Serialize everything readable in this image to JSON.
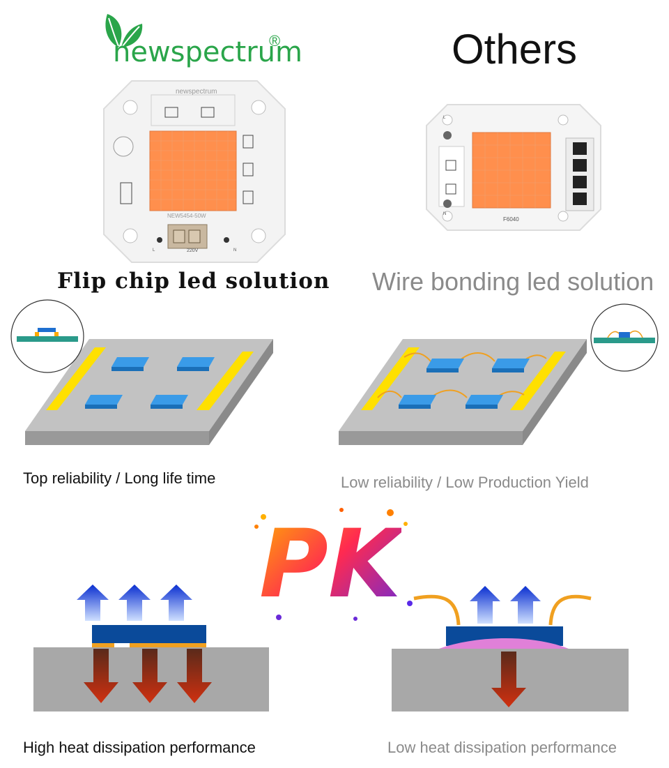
{
  "brand": {
    "name": "newspectrum",
    "registered": "®"
  },
  "comparison": {
    "left_heading": "Flip chip led solution",
    "right_heading": "Others",
    "right_subheading": "Wire bonding led solution"
  },
  "products": {
    "left_chip": {
      "silkscreen_brand": "newspectrum",
      "model": "NEW5454-50W",
      "voltage": "220V",
      "marks": [
        "L",
        "N"
      ]
    },
    "right_chip": {
      "model": "F6040",
      "marks": [
        "L",
        "N"
      ]
    }
  },
  "features": {
    "left_reliability": "Top reliability / Long life time",
    "right_reliability": "Low reliability / Low Production Yield",
    "left_heat": "High heat dissipation performance",
    "right_heat": "Low heat dissipation performance"
  },
  "vs_mark": "PK",
  "colors": {
    "brand_green": "#2aa54a",
    "led_orange": "#ff8f4d",
    "die_blue": "#1e88d8",
    "conductor_yellow": "#ffe000",
    "wire_orange": "#f0a020",
    "substrate_gray": "#aaaaaa",
    "heat_up_blue": "#1a3fd8",
    "heat_down_red": "#c03010",
    "pad_pink": "#e080d8"
  }
}
